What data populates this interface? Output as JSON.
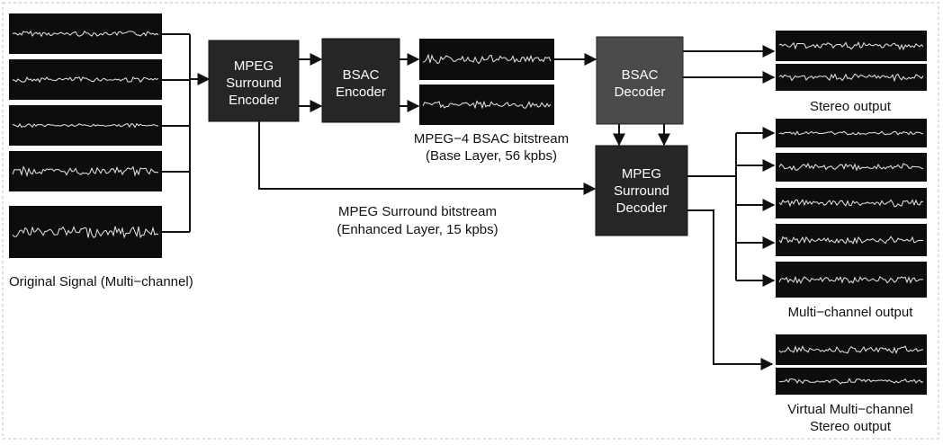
{
  "blocks": {
    "surround_encoder": [
      "MPEG",
      "Surround",
      "Encoder"
    ],
    "bsac_encoder": [
      "BSAC",
      "Encoder"
    ],
    "bsac_decoder": [
      "BSAC",
      "Decoder"
    ],
    "surround_decoder": [
      "MPEG",
      "Surround",
      "Decoder"
    ]
  },
  "labels": {
    "original_signal": "Original Signal (Multi−channel)",
    "bsac_bitstream_line1": "MPEG−4 BSAC bitstream",
    "bsac_bitstream_line2": "(Base Layer, 56 kpbs)",
    "surround_bitstream_line1": "MPEG Surround bitstream",
    "surround_bitstream_line2": "(Enhanced Layer, 15 kpbs)",
    "stereo_output": "Stereo output",
    "multichannel_output": "Multi−channel output",
    "virtual_line1": "Virtual Multi−channel",
    "virtual_line2": "Stereo output"
  },
  "colors": {
    "block_dark": "#262626",
    "block_light": "#4a4a4a",
    "waveform_bg": "#0d0d0d",
    "waveform": "#e9e9e9"
  }
}
